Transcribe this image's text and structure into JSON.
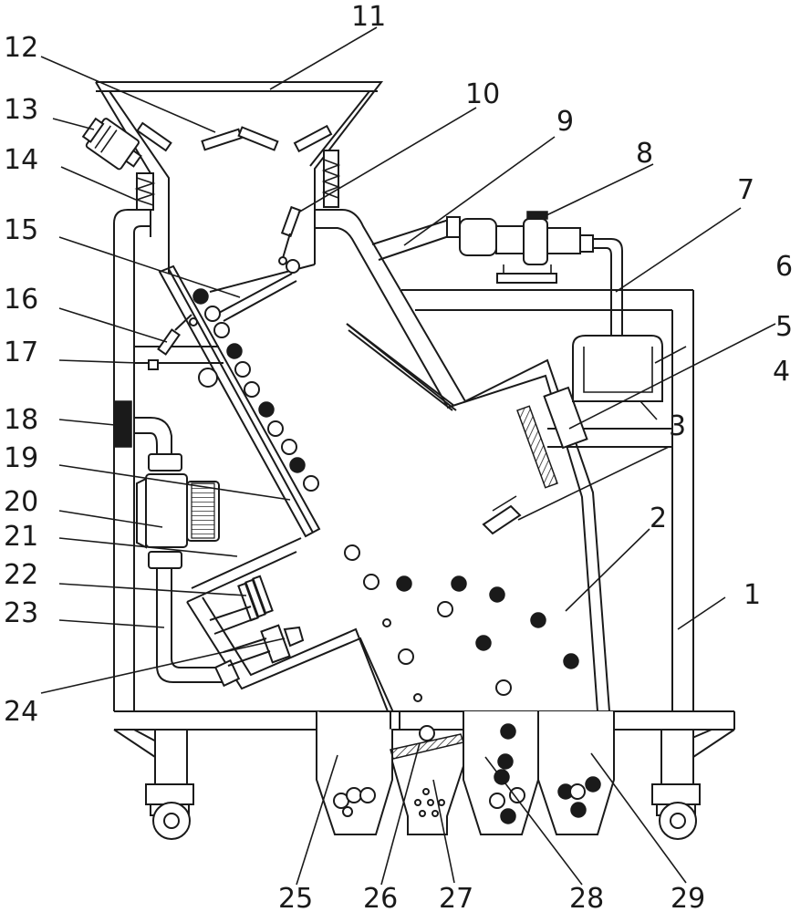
{
  "figure": {
    "labels": [
      "1",
      "2",
      "3",
      "4",
      "5",
      "6",
      "7",
      "8",
      "9",
      "10",
      "11",
      "12",
      "13",
      "14",
      "15",
      "16",
      "17",
      "18",
      "19",
      "20",
      "21",
      "22",
      "23",
      "24",
      "25",
      "26",
      "27",
      "28",
      "29"
    ]
  }
}
